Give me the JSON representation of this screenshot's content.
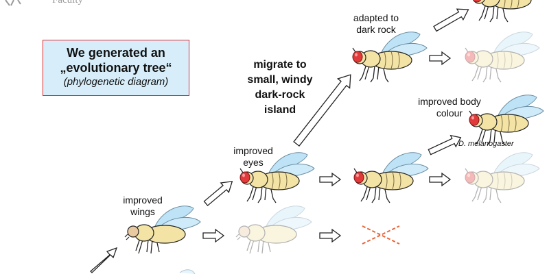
{
  "header": {
    "logo_text": "Faculty"
  },
  "callout": {
    "line1": "We generated an",
    "line2": "„evolutionary tree“",
    "line3": "(phylogenetic diagram)",
    "border_color": "#d9272e",
    "fill_color": "#d7eefa"
  },
  "labels": {
    "improved_wings": [
      "improved",
      "wings"
    ],
    "improved_eyes": [
      "improved",
      "eyes"
    ],
    "migrate": [
      "migrate to",
      "small, windy",
      "dark-rock",
      "island"
    ],
    "adapted": [
      "adapted to",
      "dark rock"
    ],
    "body_colour": [
      "improved body",
      "colour"
    ],
    "species": "D. melanogaster"
  },
  "colors": {
    "fly_body": "#f3e3a5",
    "fly_dark_body": "#6e5a4f",
    "wing": "#bfe3f6",
    "eye": "#e23a3a",
    "extinct_cross": "#e8663a"
  }
}
